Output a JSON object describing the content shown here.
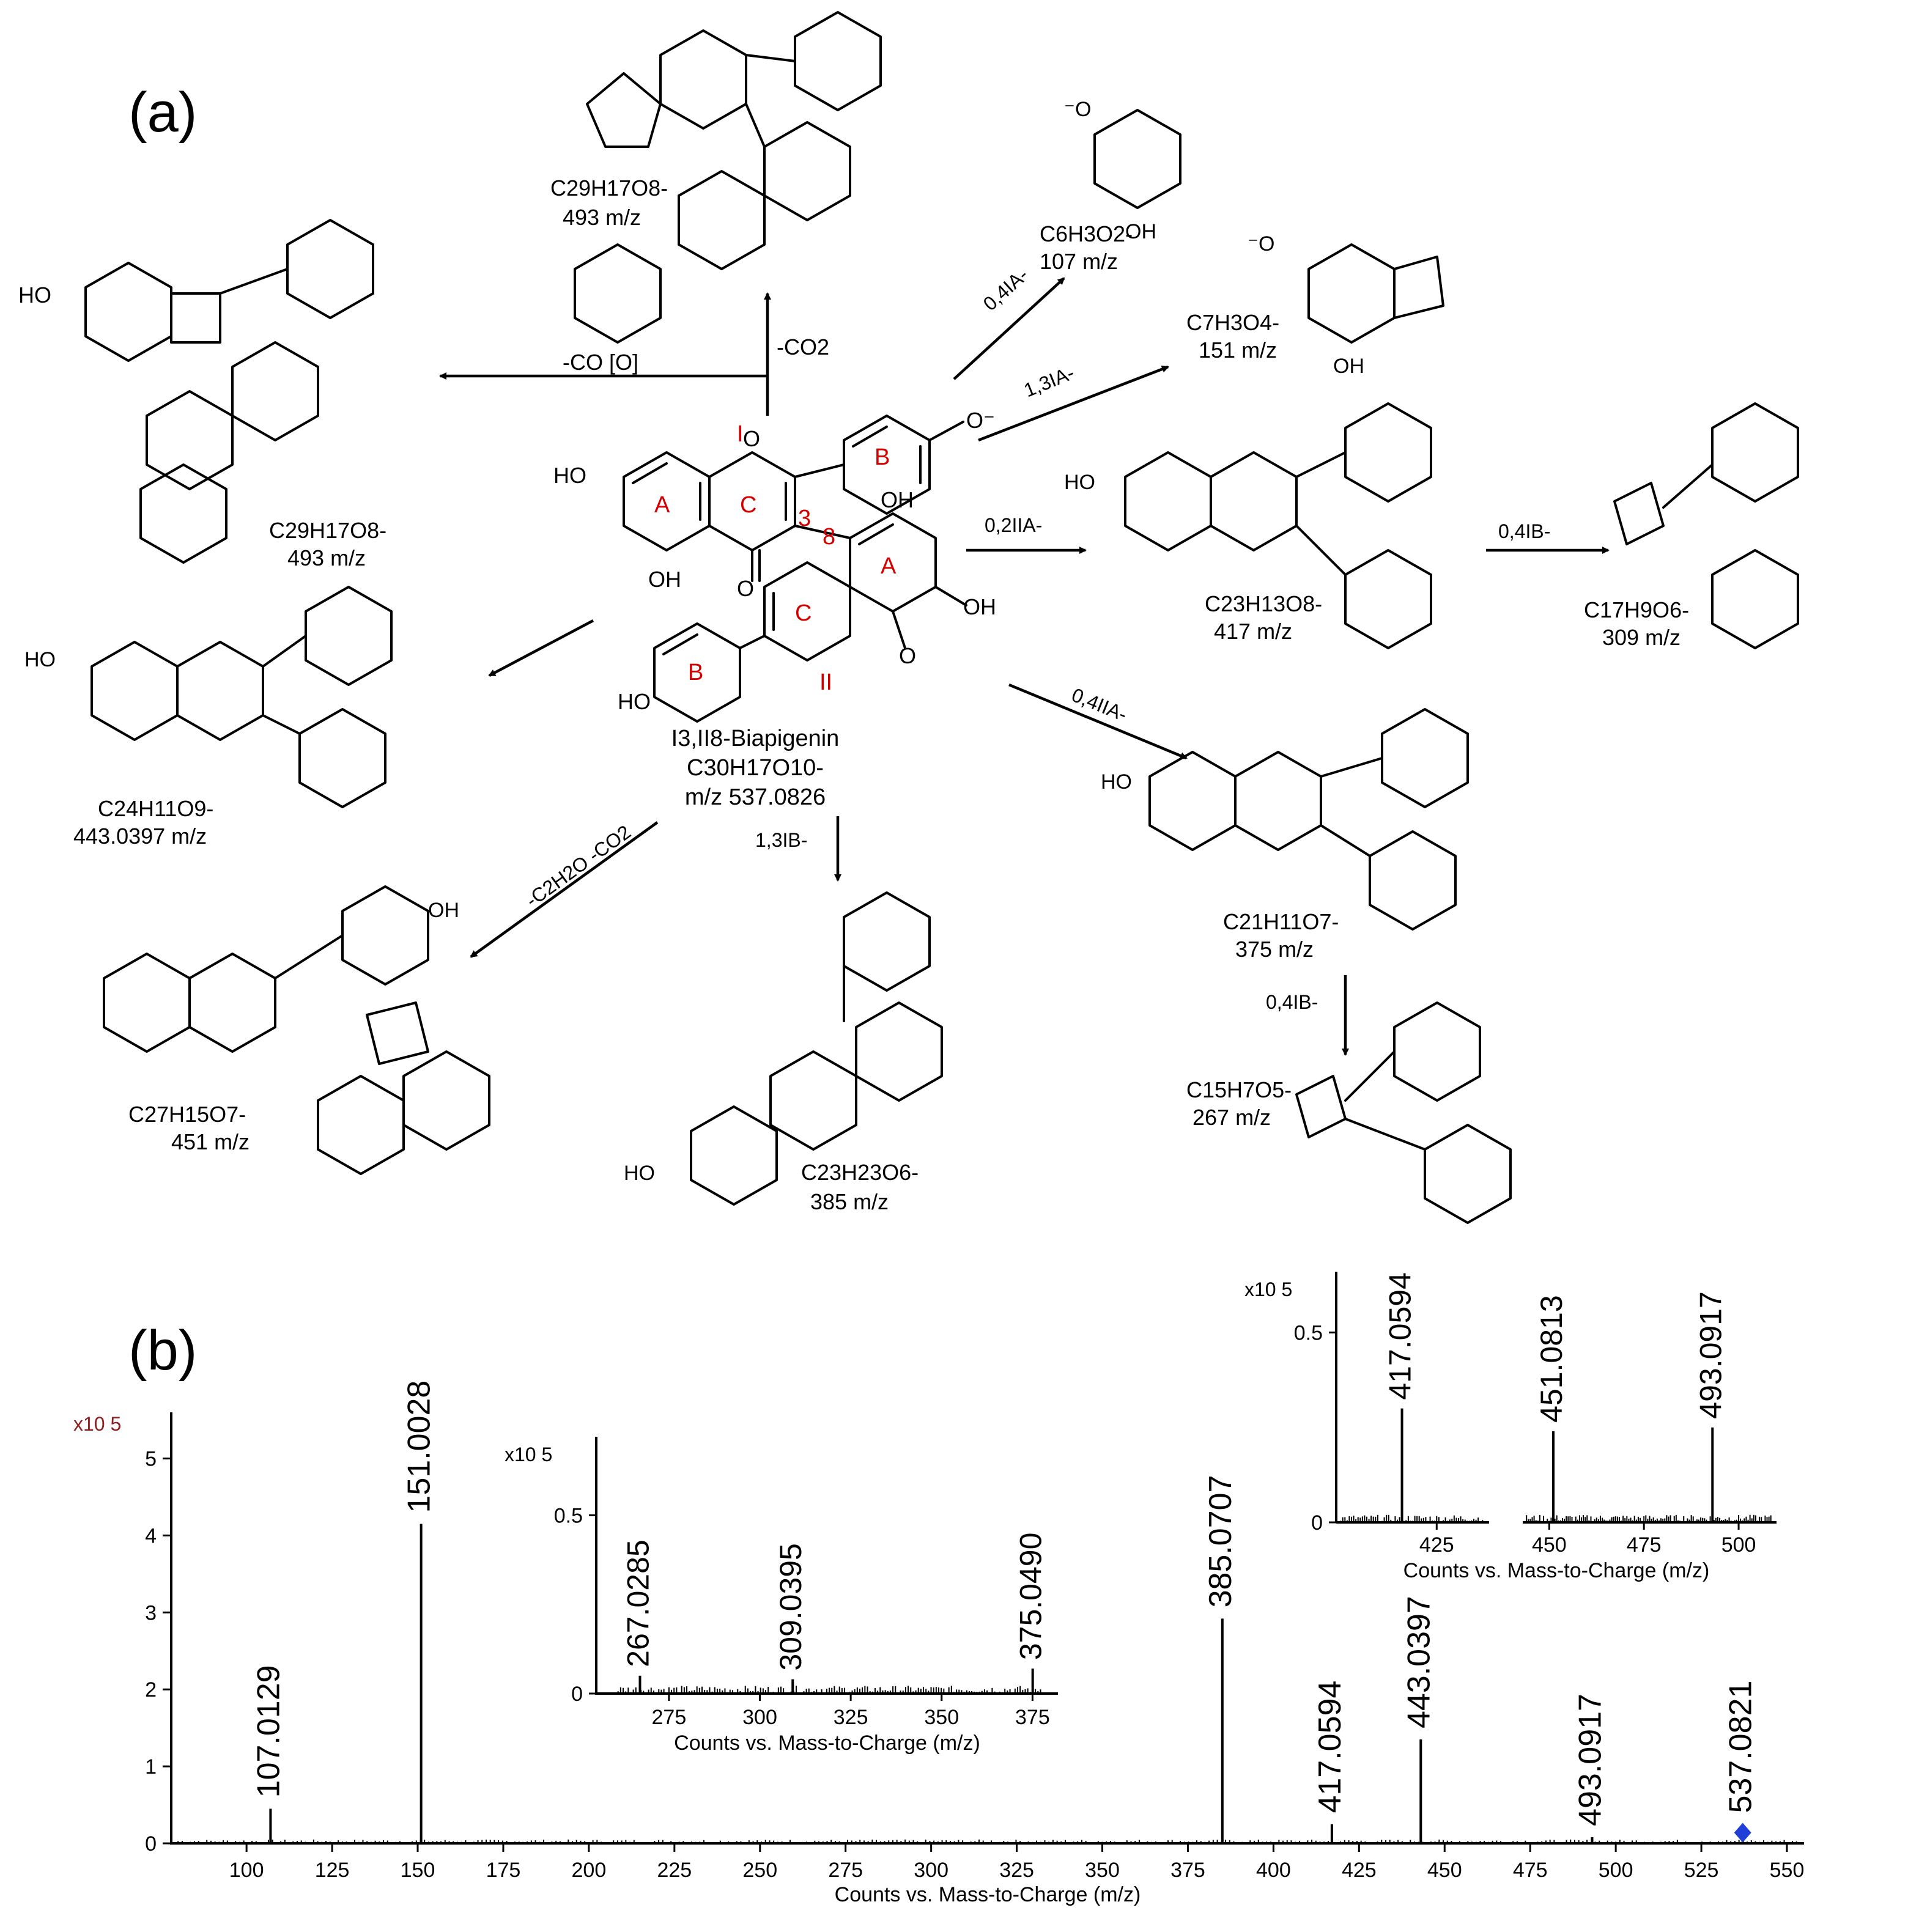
{
  "panel_a": {
    "label": "(a)",
    "center": {
      "name": "I3,II8-Biapigenin",
      "formula": "C30H17O10-",
      "mz": "m/z 537.0826",
      "ring_labels": [
        "I",
        "II",
        "A",
        "C",
        "B",
        "A",
        "C",
        "B",
        "3",
        "8"
      ]
    },
    "products": [
      {
        "formula": "C29H17O8-",
        "mz": "493 m/z",
        "route": "-CO2"
      },
      {
        "formula": "C29H17O8-",
        "mz": "493 m/z",
        "route": "-CO [O]"
      },
      {
        "formula": "C6H3O2-",
        "mz": "107 m/z",
        "route": "0,4IA-"
      },
      {
        "formula": "C7H3O4-",
        "mz": "151 m/z",
        "route": "1,3IA-"
      },
      {
        "formula": "C23H13O8-",
        "mz": "417 m/z",
        "route": "0,2IIA-"
      },
      {
        "formula": "C17H9O6-",
        "mz": "309 m/z",
        "route": "0,4IB-"
      },
      {
        "formula": "C24H11O9-",
        "mz": "443.0397 m/z",
        "route": ""
      },
      {
        "formula": "C21H11O7-",
        "mz": "375 m/z",
        "route": "0,4IIA-"
      },
      {
        "formula": "C15H7O5-",
        "mz": "267 m/z",
        "route": "0,4IB-"
      },
      {
        "formula": "C27H15O7-",
        "mz": "451 m/z",
        "route": "-C2H2O -CO2"
      },
      {
        "formula": "C23H23O6-",
        "mz": "385 m/z",
        "route": "1,3IB-"
      }
    ]
  },
  "panel_b": {
    "label": "(b)",
    "chart_data": [
      {
        "type": "bar",
        "name": "main",
        "ylabel_scale": "x10 5",
        "xlabel": "Counts vs. Mass-to-Charge (m/z)",
        "xlim": [
          78,
          555
        ],
        "ylim": [
          0,
          5.6
        ],
        "xticks": [
          100,
          125,
          150,
          175,
          200,
          225,
          250,
          275,
          300,
          325,
          350,
          375,
          400,
          425,
          450,
          475,
          500,
          525,
          550
        ],
        "yticks": [
          0,
          1,
          2,
          3,
          4,
          5
        ],
        "peaks": [
          {
            "x": 107.0129,
            "y": 0.45,
            "label": "107.0129"
          },
          {
            "x": 151.0028,
            "y": 4.15,
            "label": "151.0028"
          },
          {
            "x": 385.0707,
            "y": 2.92,
            "label": "385.0707"
          },
          {
            "x": 417.0594,
            "y": 0.25,
            "label": "417.0594"
          },
          {
            "x": 443.0397,
            "y": 1.35,
            "label": "443.0397"
          },
          {
            "x": 493.0917,
            "y": 0.08,
            "label": "493.0917"
          },
          {
            "x": 537.0821,
            "y": 0.25,
            "label": "537.0821"
          }
        ]
      },
      {
        "type": "bar",
        "name": "inset-low",
        "ylabel_scale": "x10 5",
        "xlabel": "Counts vs. Mass-to-Charge (m/z)",
        "xlim": [
          255,
          382
        ],
        "ylim": [
          0,
          0.72
        ],
        "xticks": [
          275,
          300,
          325,
          350,
          375
        ],
        "yticks": [
          0,
          0.5
        ],
        "ytick_labels": [
          "0",
          "0.5"
        ],
        "peaks": [
          {
            "x": 267.0285,
            "y": 0.05,
            "label": "267.0285"
          },
          {
            "x": 309.0395,
            "y": 0.04,
            "label": "309.0395"
          },
          {
            "x": 375.049,
            "y": 0.07,
            "label": "375.0490"
          }
        ]
      },
      {
        "type": "bar",
        "name": "inset-high",
        "ylabel_scale": "x10 5",
        "xlabel": "Counts vs. Mass-to-Charge (m/z)",
        "ylim": [
          0,
          0.66
        ],
        "yticks": [
          0,
          0.5
        ],
        "ytick_labels": [
          "0",
          "0.5"
        ],
        "segments": [
          {
            "xlim": [
              402,
              437
            ],
            "xticks": [
              425
            ]
          },
          {
            "xlim": [
              443,
              510
            ],
            "xticks": [
              450,
              475,
              500
            ]
          }
        ],
        "peaks": [
          {
            "x": 417.0594,
            "y": 0.3,
            "label": "417.0594"
          },
          {
            "x": 451.0813,
            "y": 0.24,
            "label": "451.0813"
          },
          {
            "x": 493.0917,
            "y": 0.25,
            "label": "493.0917"
          }
        ]
      }
    ]
  }
}
